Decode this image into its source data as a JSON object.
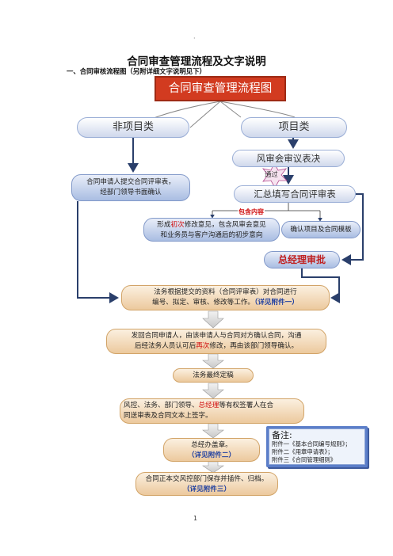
{
  "page": {
    "dot": "·",
    "title": "合同审查管理流程及文字说明",
    "subtitle": "一、合同审核流程图（另附详细文字说明见下）",
    "page_number": "1"
  },
  "flow": {
    "title": "合同审查管理流程图",
    "non_project": "非项目类",
    "project": "项目类",
    "risk_vote": "风审会审议表决",
    "passed": "通过",
    "summary_form": "汇总填写合同评审表",
    "include_label": "包含内容",
    "applicant": {
      "line1": "合同申请人提交合同评审表，",
      "line2": "经部门领导书面确认"
    },
    "opinion": {
      "line1_a": "形成",
      "line1_b": "初次",
      "line1_c": "修改意见，包含风审会意见",
      "line2": "和业务员与客户沟通后的初步意向"
    },
    "confirm": "确认项目及合同模板",
    "gm_approve": "总经理审批",
    "legal_review": {
      "line1": "法务根据提交的资料（合同评审表）对合同进行",
      "line2": "编号、拟定、审核、修改等工作。",
      "line2_ref": "（详见附件一）"
    },
    "feedback": {
      "line1": "发回合同申请人，由该申请人与合同对方确认合同，沟通",
      "line2_a": "后经法务人员认可后",
      "line2_b": "再次",
      "line2_c": "修改，再由该部门领导确认。"
    },
    "finalize": "法务最终定稿",
    "sign": {
      "line1_a": "风控、法务、部门领导、",
      "line1_b": "总经理",
      "line1_c": "等有权签署人在合",
      "line2": "同送审表及合同文本上签字。"
    },
    "seal": {
      "line1": "总经办盖章。",
      "line2": "（详见附件二）"
    },
    "archive": {
      "line1": "合同正本交风控部门保存并插件、归档。",
      "line2": "（详见附件三）"
    }
  },
  "remarks": {
    "title": "备注:",
    "lines": [
      "附件一《基本合同编号规则》；",
      "附件二《用章申请表》；",
      "附件三《合同管理细则》"
    ]
  },
  "colors": {
    "title_box": "#d23b20",
    "connector": "#2a3f6b",
    "highlight_red": "#d01010",
    "ref_blue": "#1f3fa0"
  }
}
